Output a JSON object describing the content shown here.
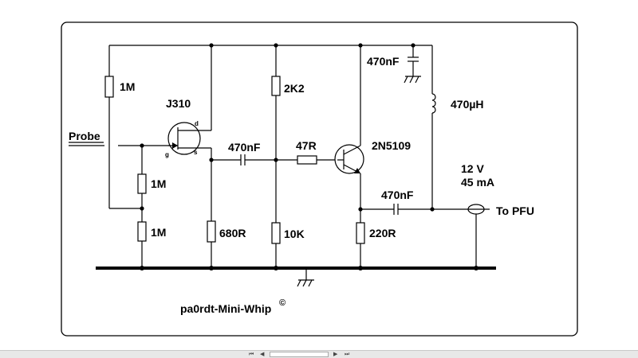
{
  "diagram": {
    "title": "pa0rdt-Mini-Whip",
    "title_mark": "©",
    "probe_label": "Probe",
    "output_label": "To PFU",
    "supply": {
      "voltage": "12 V",
      "current": "45 mA"
    },
    "fet": {
      "name": "J310",
      "pin_d": "d",
      "pin_g": "g",
      "pin_s": "s"
    },
    "transistor": {
      "name": "2N5109"
    },
    "components": {
      "r_gate_top": "1M",
      "r_gate_mid": "1M",
      "r_gate_bottom": "1M",
      "r_source": "680R",
      "c_coupling": "470nF",
      "r_bias_top": "2K2",
      "r_bias_bottom": "10K",
      "r_base": "47R",
      "r_emitter": "220R",
      "c_output": "470nF",
      "c_decoupling": "470nF",
      "l_choke": "470µH"
    }
  },
  "statusbar": {
    "nav_first": "⏮",
    "nav_prev": "◀",
    "nav_next": "▶",
    "nav_last": "⏭"
  }
}
